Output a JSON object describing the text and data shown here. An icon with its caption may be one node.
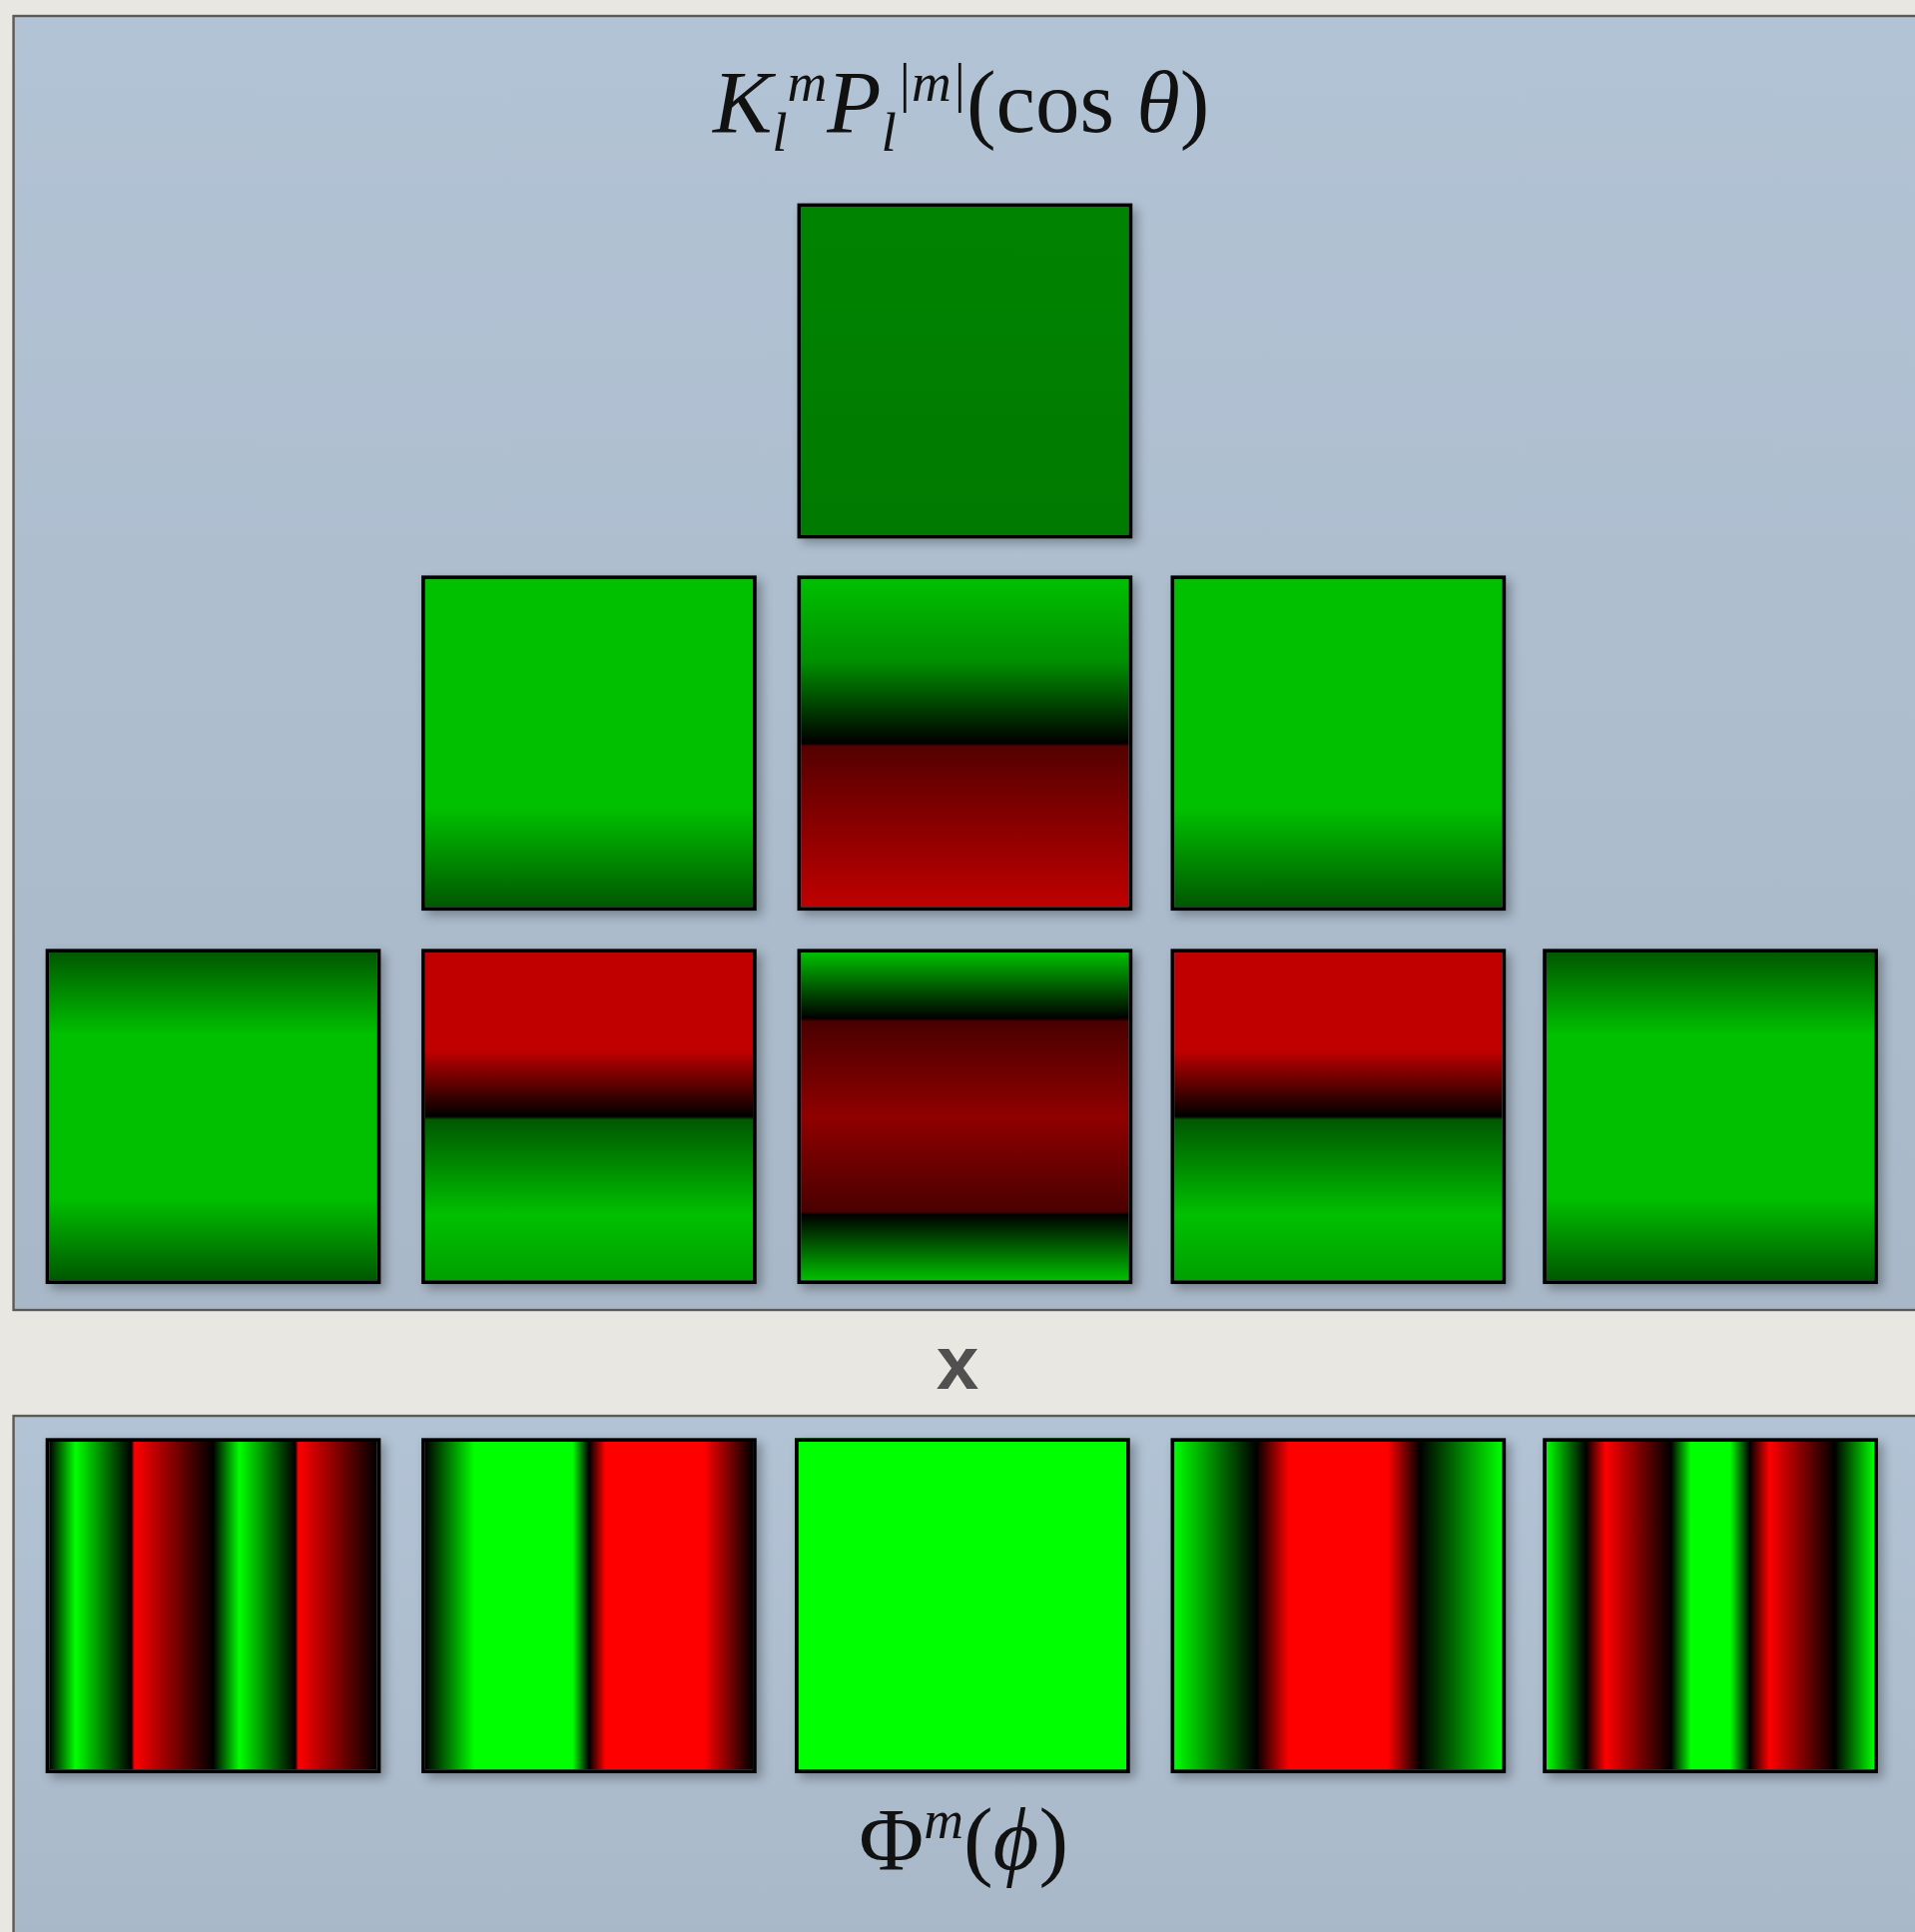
{
  "diagram": {
    "nodes": [
      {
        "text": [
          "*K*$_{l}$$^{m}$*P*$_{l}$$^{|m|}$(cos *θ*)"
        ]
      },
      {
        "text": [],
        "shape": "box",
        "in": 0
      },
      {
        "text": [],
        "shape": "box",
        "in": 0
      },
      {
        "text": [],
        "shape": "box",
        "in": 0
      },
      {
        "text": [],
        "shape": "box",
        "in": 0
      },
      {
        "text": [],
        "shape": "box",
        "in": 0
      },
      {
        "text": [],
        "shape": "box",
        "in": 0
      },
      {
        "text": [],
        "shape": "box",
        "in": 0
      },
      {
        "text": [],
        "shape": "box",
        "in": 0
      },
      {
        "text": [],
        "shape": "box",
        "in": 0
      },
      {
        "text": [
          "Φ$^{m}$(*ϕ*)"
        ]
      },
      {
        "text": [],
        "shape": "box",
        "in": 10
      },
      {
        "text": [],
        "shape": "box",
        "in": 10
      },
      {
        "text": [],
        "shape": "box",
        "in": 10
      },
      {
        "text": [],
        "shape": "box",
        "in": 10
      },
      {
        "text": [],
        "shape": "box",
        "in": 10
      }
    ],
    "labels": [
      "x"
    ]
  }
}
